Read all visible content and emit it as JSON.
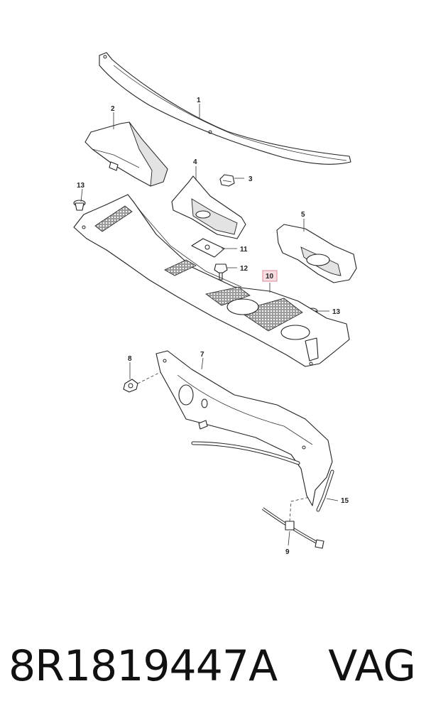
{
  "diagram": {
    "callouts": [
      "1",
      "2",
      "3",
      "4",
      "5",
      "13",
      "11",
      "12",
      "10",
      "13",
      "8",
      "7",
      "15",
      "9"
    ]
  },
  "footer": {
    "part_number": "8R1819447A",
    "brand": "VAG"
  },
  "colors": {
    "highlight_box": "#e3a3ad",
    "line": "#222222"
  }
}
